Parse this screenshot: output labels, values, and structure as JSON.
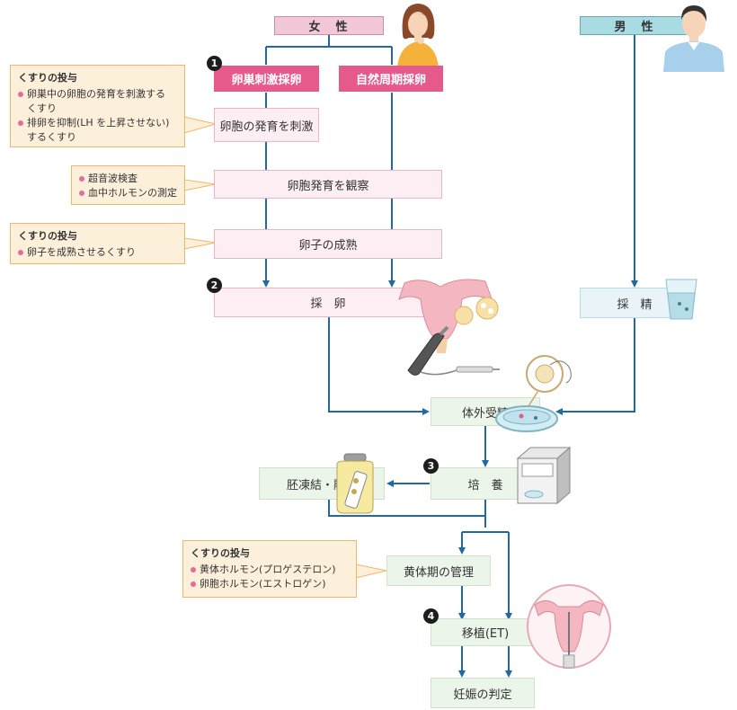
{
  "header": {
    "female_label": "女　性",
    "male_label": "男　性"
  },
  "female_branch": {
    "stimulation_label": "卵巣刺激採卵",
    "natural_label": "自然周期採卵"
  },
  "steps": {
    "follicle_stimulate": "卵胞の発育を刺激",
    "follicle_observe": "卵胞発育を観察",
    "egg_mature": "卵子の成熟",
    "egg_retrieval": "採　卵",
    "sperm_collection": "採　精",
    "ivf": "体外受精",
    "culture": "培　養",
    "freeze": "胚凍結・融解",
    "luteal": "黄体期の管理",
    "transfer": "移植(ET)",
    "pregnancy": "妊娠の判定"
  },
  "step_numbers": {
    "n1": "1",
    "n2": "2",
    "n3": "3",
    "n4": "4"
  },
  "notes": {
    "note1": {
      "title": "くすりの投与",
      "items": [
        "卵巣中の卵胞の発育を刺激する",
        "くすり",
        "排卵を抑制(LH を上昇させない)",
        "するくすり"
      ]
    },
    "note2": {
      "items": [
        "超音波検査",
        "血中ホルモンの測定"
      ]
    },
    "note3": {
      "title": "くすりの投与",
      "items": [
        "卵子を成熟させるくすり"
      ]
    },
    "note4": {
      "title": "くすりの投与",
      "items": [
        "黄体ホルモン(プロゲステロン)",
        "卵胞ホルモン(エストロゲン)"
      ]
    }
  },
  "colors": {
    "arrow": "#1f6aa5",
    "magenta": "#e55a8a",
    "note_border": "#f1b666"
  }
}
